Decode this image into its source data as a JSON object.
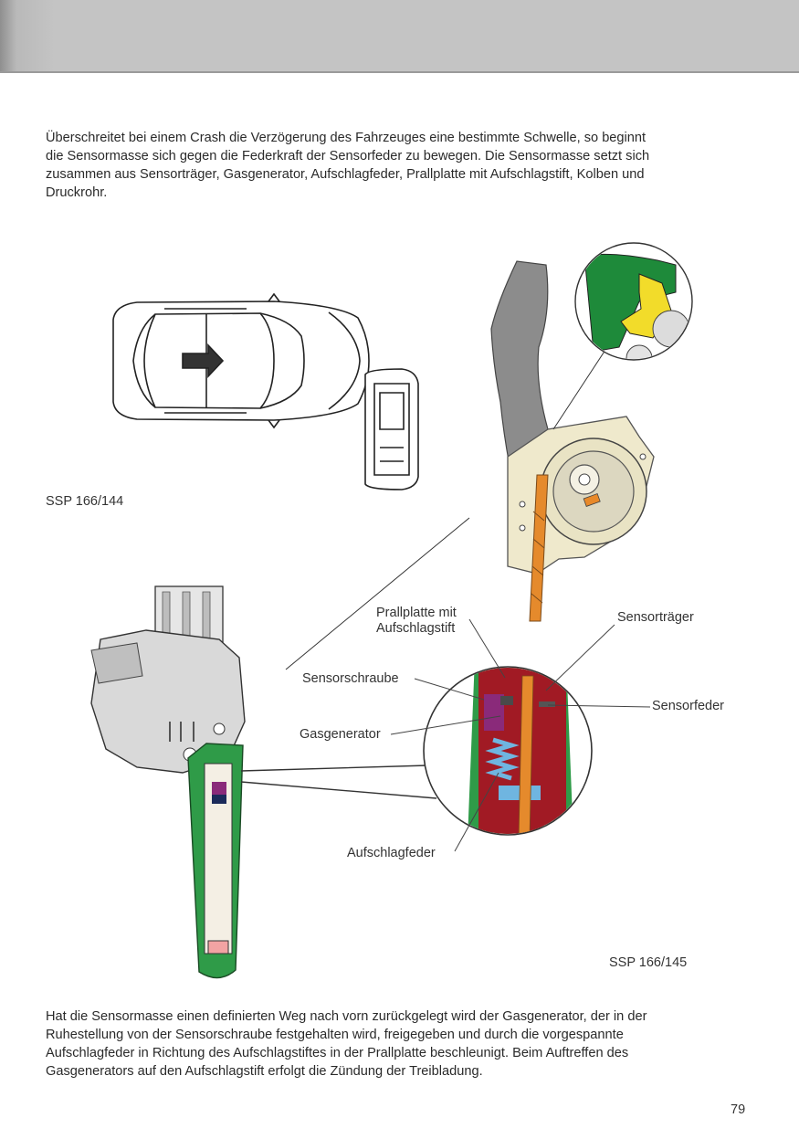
{
  "paragraphs": {
    "intro": "Überschreitet bei einem Crash die Verzögerung des Fahrzeuges eine bestimmte Schwelle, so beginnt\ndie Sensormasse sich gegen die Federkraft der Sensorfeder zu bewegen. Die Sensormasse setzt sich\nzusammen aus Sensorträger, Gasgenerator, Aufschlagfeder, Prallplatte mit Aufschlagstift, Kolben und\nDruckrohr.",
    "outro": "Hat die Sensormasse einen definierten Weg nach vorn zurückgelegt wird der Gasgenerator, der in der\nRuhestellung von der Sensorschraube festgehalten wird, freigegeben und durch die vorgespannte\nAufschlagfeder in Richtung des Aufschlagstiftes in der Prallplatte beschleunigt. Beim Auftreffen des\nGasgenerators auf den Aufschlagstift erfolgt die Zündung der Treibladung."
  },
  "figures": {
    "fig1_caption": "SSP 166/144",
    "fig2_caption": "SSP 166/145"
  },
  "labels": {
    "prallplatte": "Prallplatte mit\nAufschlagstift",
    "sensortraeger": "Sensorträger",
    "sensorschraube": "Sensorschraube",
    "sensorfeder": "Sensorfeder",
    "gasgenerator": "Gasgenerator",
    "aufschlagfeder": "Aufschlagfeder"
  },
  "page_number": "79",
  "colors": {
    "header_gray": "#c4c4c4",
    "unit_green": "#1f8a3a",
    "cutaway_red": "#9b1b22",
    "spring_blue": "#5aa9d6",
    "generator_purple": "#8a2a7a",
    "pin_orange": "#e58a2c",
    "housing_cream": "#f0ecd2",
    "gear_yellow": "#f2dc2a",
    "belt_gray": "#7a7a7a"
  }
}
